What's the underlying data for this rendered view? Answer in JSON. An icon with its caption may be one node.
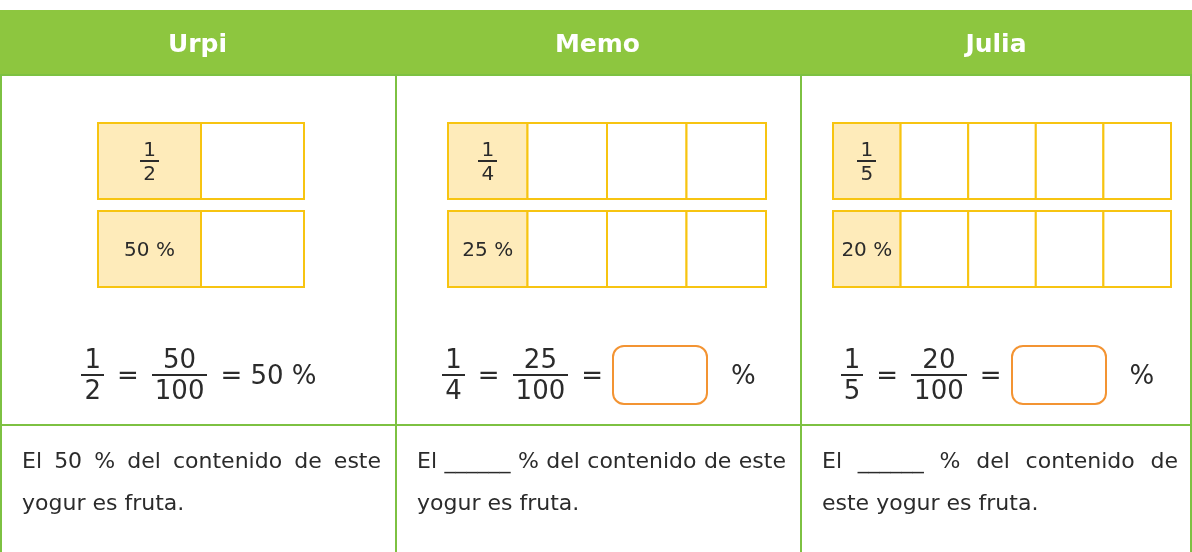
{
  "diagram": {
    "labels": [
      "Urpi",
      "Memo",
      "Julia",
      "1",
      "2",
      "1",
      "4",
      "1",
      "5",
      "50 %",
      "25 %",
      "20 %",
      "1",
      "2",
      "=",
      "50",
      "100",
      "= 50 %",
      "1",
      "4",
      "=",
      "25",
      "100",
      "=",
      "%",
      "1",
      "5",
      "=",
      "20",
      "100",
      "=",
      "%",
      "El 50 % del contenido de este yogur es fruta.",
      "El ______ % del contenido de este yogur es fruta.",
      "El ______ % del contenido de este yogur es fruta."
    ]
  }
}
